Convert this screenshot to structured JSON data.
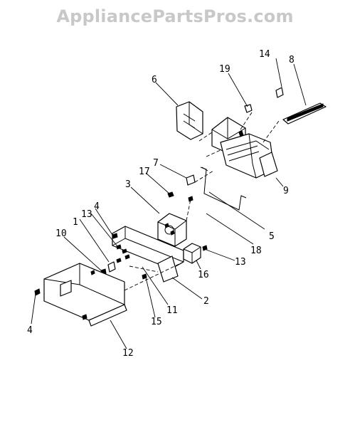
{
  "watermark": "AppliancePartsPros.com",
  "callouts": {
    "c1": "1",
    "c2": "2",
    "c3": "3",
    "c4a": "4",
    "c4b": "4",
    "c5": "5",
    "c6": "6",
    "c7": "7",
    "c8": "8",
    "c9": "9",
    "c10": "10",
    "c11": "11",
    "c12": "12",
    "c13a": "13",
    "c13b": "13",
    "c14": "14",
    "c15": "15",
    "c16": "16",
    "c17": "17",
    "c18": "18",
    "c19": "19"
  }
}
